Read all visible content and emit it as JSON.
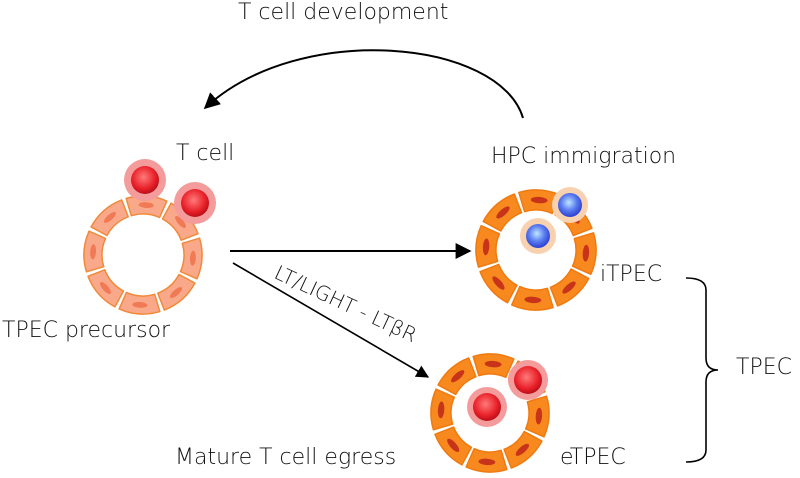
{
  "labels": {
    "title_top": "T cell development",
    "t_cell": "T cell",
    "hpc": "HPC immigration",
    "precursor": "TPEC precursor",
    "itpec": "iTPEC",
    "etpec": "eTPEC",
    "tpec": "TPEC",
    "egress": "Mature T cell egress",
    "signal": "LT/LIGHT - LTβR"
  },
  "colors": {
    "precursor_cell": "#f9a98a",
    "precursor_stroke": "#f08a3a",
    "precursor_nucleus": "#f07a55",
    "mature_cell": "#f7891e",
    "mature_stroke": "#f07a10",
    "mature_nucleus": "#c8341a",
    "tcell_outer": "#f49b9b",
    "tcell_inner": "#e8222a",
    "hpc_outer": "#f8d1b0",
    "hpc_inner": "#4a63e8",
    "arrow": "#000000"
  }
}
